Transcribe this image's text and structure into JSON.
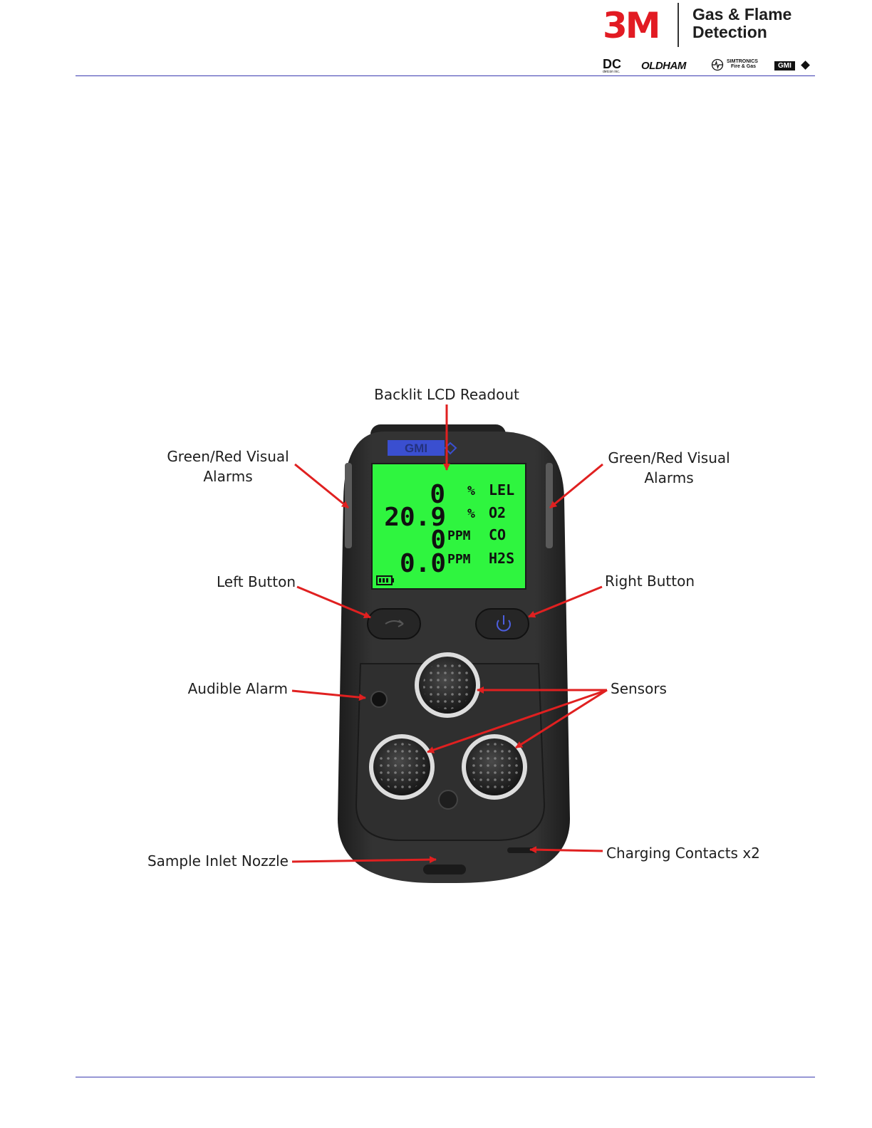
{
  "header": {
    "logo_3m": "3M",
    "logo_line1": "Gas & Flame",
    "logo_line2": "Detection",
    "brands": {
      "dc": "DC",
      "dc_sub": "detcon inc.",
      "oldham": "OLDHAM",
      "simtronics_line1": "SIMTRONICS",
      "simtronics_line2": "Fire & Gas",
      "gmi": "GMI"
    }
  },
  "device": {
    "logo": "GMI",
    "lcd": {
      "rows": [
        {
          "value": "0",
          "unit": "%",
          "gas": "LEL"
        },
        {
          "value": "20.9",
          "unit": "%",
          "gas": "O2"
        },
        {
          "value": "0",
          "unit": "PPM",
          "gas": "CO"
        },
        {
          "value": "0.0",
          "unit": "PPM",
          "gas": "H2S"
        }
      ],
      "battery_icon": "battery-icon"
    },
    "colors": {
      "body": "#2a2a2a",
      "lcd": "#2ff53f",
      "arrow": "#e02020",
      "logo_blue": "#3a4fd0"
    }
  },
  "callouts": {
    "lcd": "Backlit LCD Readout",
    "alarm_left_line1": "Green/Red Visual",
    "alarm_left_line2": "Alarms",
    "alarm_right_line1": "Green/Red Visual",
    "alarm_right_line2": "Alarms",
    "left_button": "Left Button",
    "right_button": "Right Button",
    "audible_alarm": "Audible Alarm",
    "sensors": "Sensors",
    "sample_inlet": "Sample Inlet Nozzle",
    "charging": "Charging Contacts x2"
  }
}
